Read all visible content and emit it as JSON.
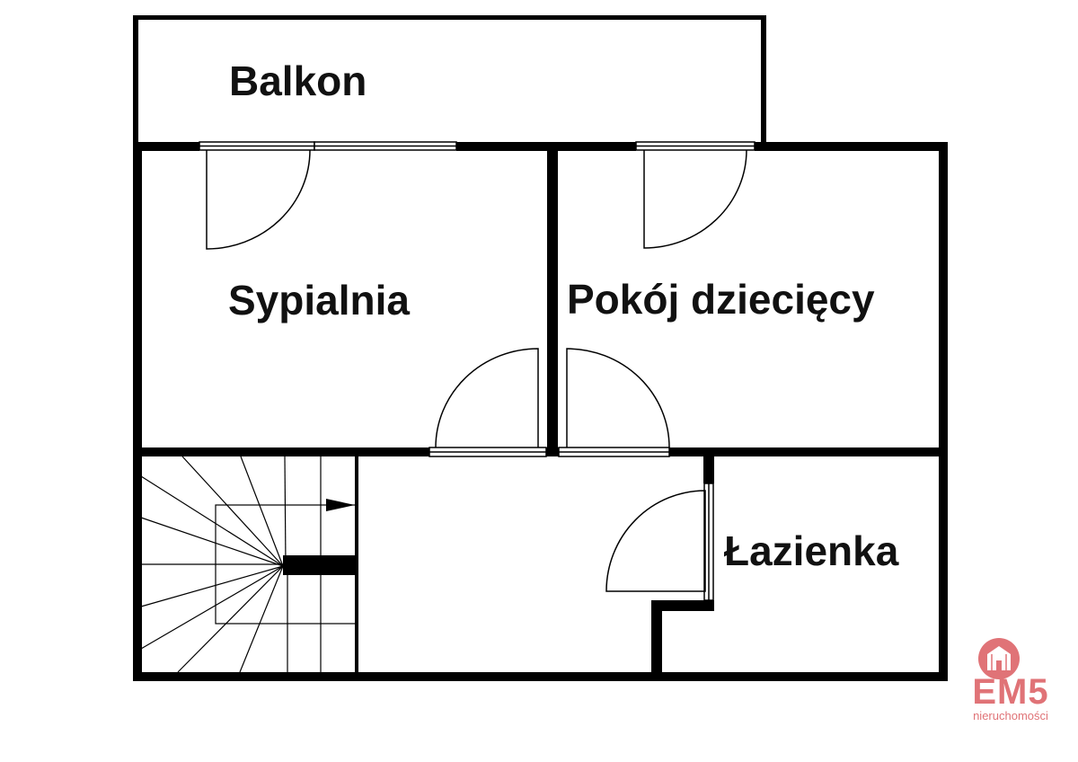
{
  "rooms": {
    "balcony": "Balkon",
    "bedroom": "Sypialnia",
    "kids_room": "Pokój dziecięcy",
    "bathroom": "Łazienka"
  },
  "logo": {
    "name": "EM5",
    "tagline": "nieruchomości",
    "color": "#e07377"
  }
}
